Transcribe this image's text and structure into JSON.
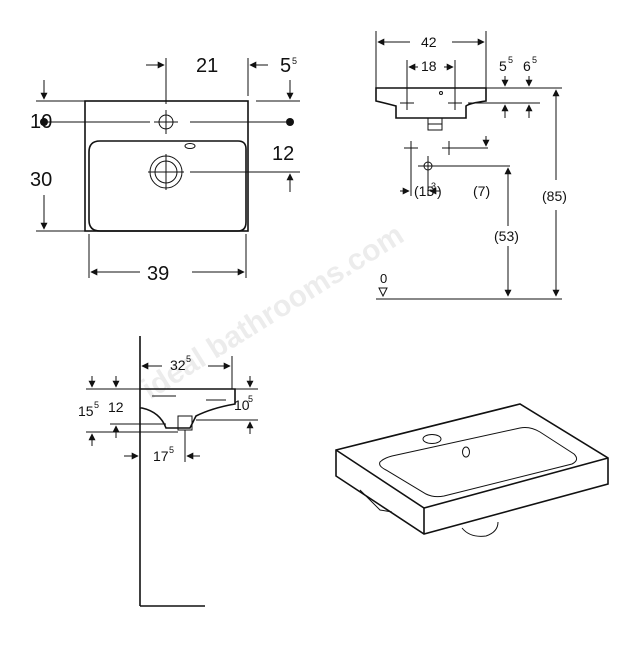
{
  "watermark": "ideal bathrooms.com",
  "plan": {
    "width_overall": "39",
    "tap_offset": "21",
    "edge_right": "5",
    "edge_right_sup": "5",
    "rear_to_taphole": "10",
    "depth_bowl": "30",
    "overflow_drop": "12"
  },
  "front": {
    "width_top": "42",
    "holes_spacing": "18",
    "right_a": "5",
    "right_a_sup": "5",
    "right_b": "6",
    "right_b_sup": "5",
    "overall_height": "(85)",
    "waste_height": "(53)",
    "waste_left": "(15",
    "waste_left_sup": "3",
    "waste_left_close": ")",
    "waste_right": "(7)",
    "floor": "0"
  },
  "side": {
    "depth_top": "32",
    "depth_top_sup": "5",
    "h_left": "15",
    "h_left_sup": "5",
    "h_mid": "12",
    "h_right": "10",
    "h_right_sup": "5",
    "waste_offset": "17",
    "waste_offset_sup": "5"
  }
}
